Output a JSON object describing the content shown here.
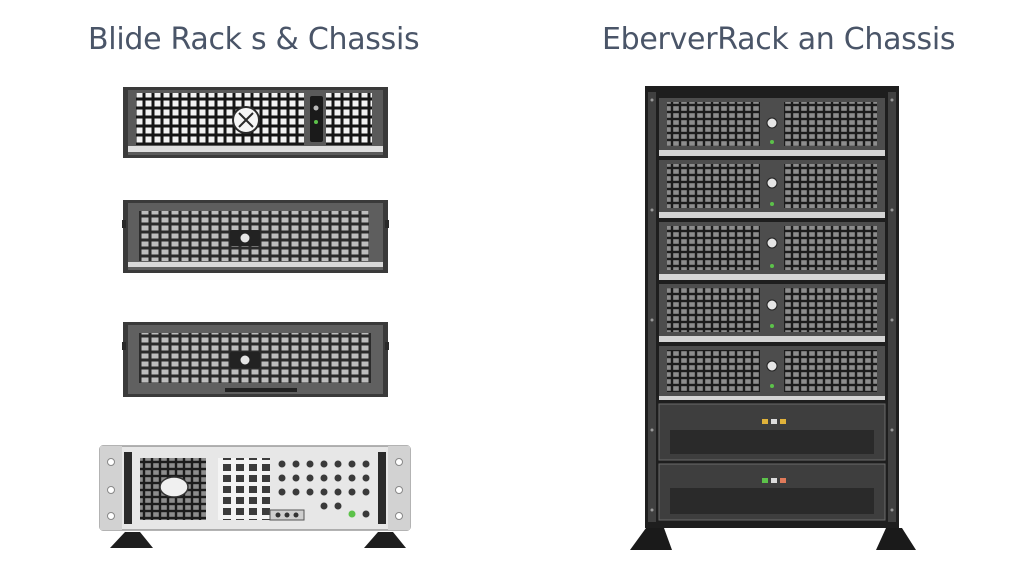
{
  "left_panel": {
    "title": "Blide Rack s & Chassis"
  },
  "right_panel": {
    "title": "EberverRack an Chassis"
  },
  "colors": {
    "title": "#4a5568",
    "chassis_dark": "#3a3a3a",
    "grille": "#1e1e1e",
    "rail": "#d8d8d8",
    "led_green": "#5cc24a",
    "led_yellow": "#e0b23a",
    "panel_light": "#e9e9e9"
  },
  "icons": [
    "vent-grille",
    "power-button",
    "status-led",
    "rack-foot",
    "mounting-ear"
  ]
}
